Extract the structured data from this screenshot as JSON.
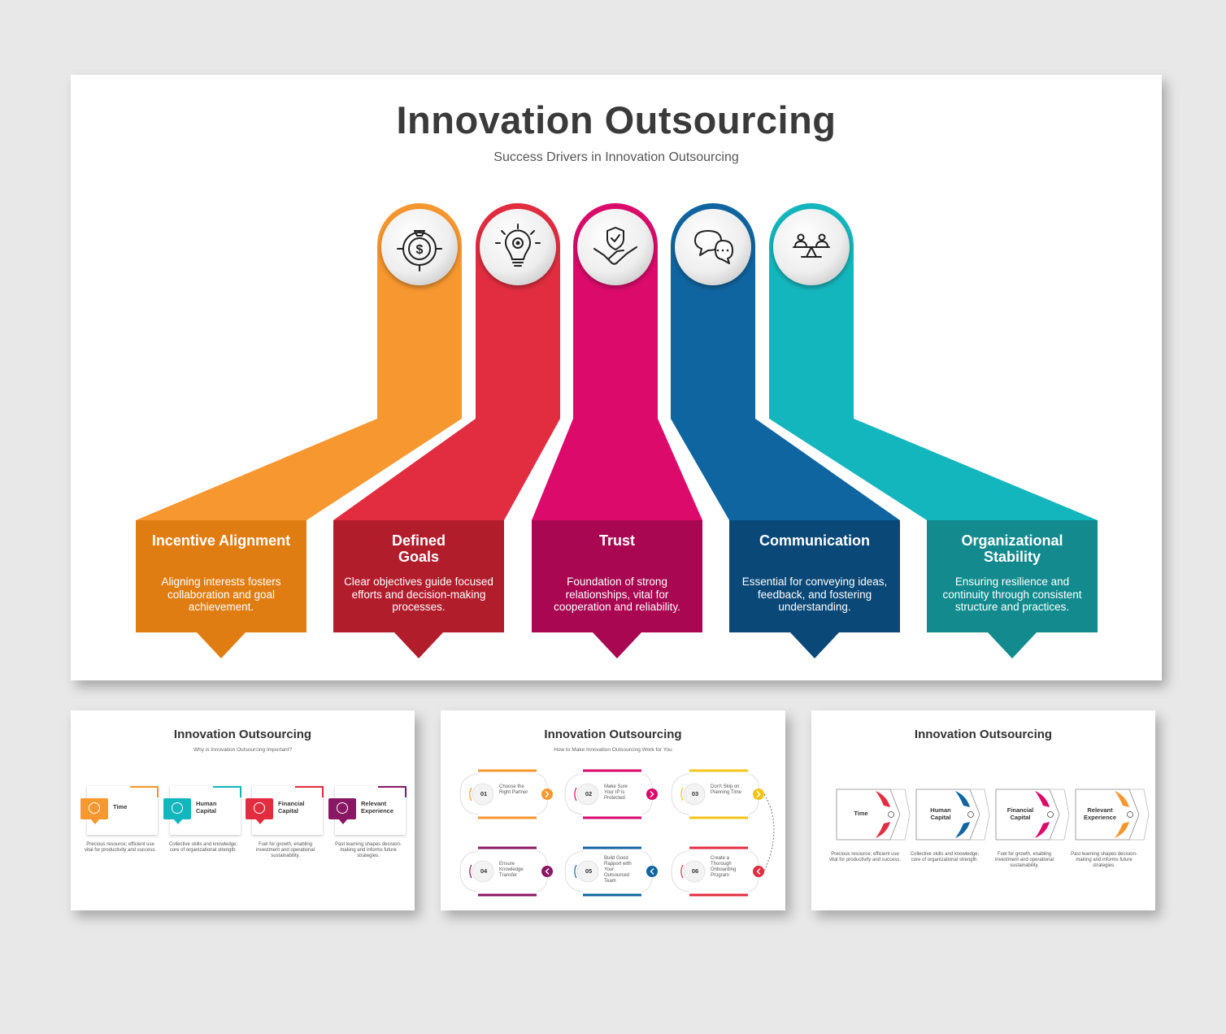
{
  "main": {
    "title": "Innovation Outsourcing",
    "subtitle": "Success Drivers in Innovation Outsourcing",
    "items": [
      {
        "title": "Incentive Alignment",
        "desc": "Aligning interests fosters collaboration and goal achievement.",
        "color": "#f7972f",
        "dark": "#e07d12",
        "icon": "dollar-target-icon"
      },
      {
        "title": "Defined Goals",
        "desc": "Clear objectives guide focused efforts and decision-making processes.",
        "color": "#e12d3f",
        "dark": "#b21d2c",
        "icon": "lightbulb-target-icon"
      },
      {
        "title": "Trust",
        "desc": "Foundation of strong relationships, vital for cooperation and reliability.",
        "color": "#db0a6b",
        "dark": "#a90751",
        "icon": "handshake-shield-icon"
      },
      {
        "title": "Communication",
        "desc": "Essential for conveying ideas, feedback, and fostering understanding.",
        "color": "#0f65a0",
        "dark": "#0a4877",
        "icon": "chat-bubbles-icon"
      },
      {
        "title": "Organizational Stability",
        "desc": "Ensuring resilience and continuity through consistent structure and practices.",
        "color": "#14b6bd",
        "dark": "#138b8e",
        "icon": "balance-people-icon"
      }
    ]
  },
  "thumb1": {
    "title": "Innovation Outsourcing",
    "subtitle": "Why is Innovation Outsourcing Important?",
    "items": [
      {
        "label": "Time",
        "desc": "Precious resource; efficient use vital for productivity and success.",
        "color": "#f7972f"
      },
      {
        "label": "Human Capital",
        "desc": "Collective skills and knowledge; core of organizational strength.",
        "color": "#14b6bd"
      },
      {
        "label": "Financial Capital",
        "desc": "Fuel for growth, enabling investment and operational sustainability.",
        "color": "#e12d3f"
      },
      {
        "label": "Relevant Experience",
        "desc": "Past learning shapes decision-making and informs future strategies.",
        "color": "#8a1763"
      }
    ]
  },
  "thumb2": {
    "title": "Innovation Outsourcing",
    "subtitle": "How to Make Innovation Outsourcing Work for You",
    "steps": [
      {
        "num": "01",
        "label": "Choose the Right Partner",
        "color": "#f7972f"
      },
      {
        "num": "02",
        "label": "Make Sure Your IP is Protected",
        "color": "#db0a6b"
      },
      {
        "num": "03",
        "label": "Don't Skip on Planning Time",
        "color": "#f4c41a"
      },
      {
        "num": "04",
        "label": "Ensure Knowledge Transfer",
        "color": "#8a1763"
      },
      {
        "num": "05",
        "label": "Build Good Rapport with Your Outsourced Team",
        "color": "#0f65a0"
      },
      {
        "num": "06",
        "label": "Create a Thorough Onboarding Program",
        "color": "#e12d3f"
      }
    ]
  },
  "thumb3": {
    "title": "Innovation Outsourcing",
    "items": [
      {
        "label": "Time",
        "desc": "Precious resource; efficient use vital for productivity and success.",
        "color": "#e12d3f"
      },
      {
        "label": "Human Capital",
        "desc": "Collective skills and knowledge; core of organizational strength.",
        "color": "#0f65a0"
      },
      {
        "label": "Financial Capital",
        "desc": "Fuel for growth, enabling investment and operational sustainability.",
        "color": "#db0a6b"
      },
      {
        "label": "Relevant Experience",
        "desc": "Past learning shapes decision-making and informs future strategies.",
        "color": "#f7972f"
      }
    ]
  }
}
